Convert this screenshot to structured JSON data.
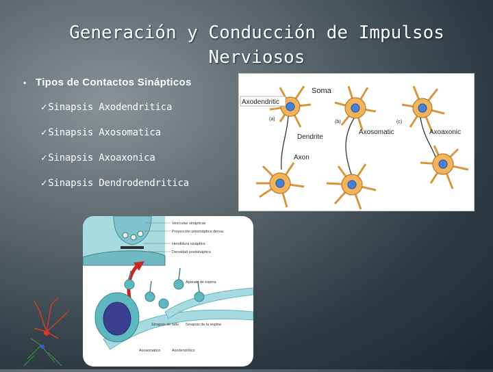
{
  "slide": {
    "title": "Generación y Conducción de Impulsos Nerviosos",
    "bullet": "Tipos de Contactos Sinápticos",
    "items": [
      "Sinapsis Axodendritica",
      "Sinapsis Axosomatica",
      "Sinapsis Axoaxonica",
      "Sinapsis Dendrodendritica"
    ]
  },
  "neuron_figure": {
    "labels": {
      "soma": "Soma",
      "axodendritic": "Axodendritic",
      "dendrite": "Dendrite",
      "axosomatic": "Axosomatic",
      "axoaxonic": "Axoaxonic",
      "axon": "Axon",
      "a": "(a)",
      "b": "(b)",
      "c": "(c)"
    }
  },
  "synapse_figure": {
    "legend": [
      "Vesículas sinápticas",
      "Proyección presináptica densa",
      "Hendidura sináptica",
      "Densidad postsináptica"
    ],
    "labels": {
      "aparato": "Aparato de espina",
      "tallo": "Sinapsis de tallo",
      "espina": "Sinapsis de la espina",
      "axosomatico": "Axosomático",
      "axodendritico": "Axodendrítico"
    }
  },
  "colors": {
    "neuron_fill": "#f2b45a",
    "nucleus": "#4a7fd6",
    "cleft_bg": "#a8dbe0",
    "dendrite_teal": "#5fb7c0",
    "soma_dark": "#3b3f8f",
    "arrow_red": "#c8281e"
  }
}
